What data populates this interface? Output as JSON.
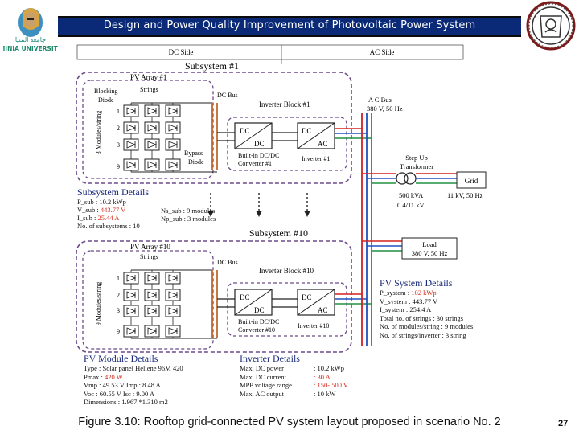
{
  "header": {
    "title": "Design and Power Quality Improvement of Photovoltaic Power System",
    "logo_left_text": "MINIA UNIVERSITY",
    "logo_left_arabic": "جامعة المنيا"
  },
  "diagram": {
    "dc_side": "DC Side",
    "ac_side": "AC Side",
    "subsystem1": "Subsystem #1",
    "subsystem10": "Subsystem #10",
    "array1": "PV Array #1",
    "array10": "PV Array #10",
    "strings": "Strings",
    "blocking_diode": [
      "Blocking",
      "Diode"
    ],
    "modules_per_string_1": "3 Modules/string",
    "modules_per_string_10": "9 Modules/string",
    "row_labels": [
      "1",
      "2",
      "3",
      "9"
    ],
    "bypass_diode": [
      "Bypass",
      "Diode"
    ],
    "dc_bus": "DC Bus",
    "inverter_block1": "Inverter Block #1",
    "inverter_block10": "Inverter Block #10",
    "dc": "DC",
    "ac": "AC",
    "builtin_conv1": [
      "Built-in DC/DC",
      "Converter #1"
    ],
    "builtin_conv10": [
      "Built-in DC/DC",
      "Converter #10"
    ],
    "inverter1": "Inverter #1",
    "inverter10": "Inverter #10",
    "ac_bus": [
      "A C Bus",
      "380 V, 50 Hz"
    ],
    "transformer": [
      "Step Up",
      "Transformer"
    ],
    "transformer_rating": [
      "500 kVA",
      "0.4/11 kV"
    ],
    "grid": "Grid",
    "grid_rating": "11 kV, 50 Hz",
    "load": [
      "Load",
      "380 V, 50 Hz"
    ]
  },
  "subsystem_details": {
    "title": "Subsystem Details",
    "lines": [
      {
        "label": "P_sub  : ",
        "value": "10.2 kWp",
        "hl": false
      },
      {
        "label": "V_sub : ",
        "value": "443.77 V",
        "hl": true
      },
      {
        "label": "I_sub  : ",
        "value": "25.44 A",
        "hl": true
      },
      {
        "label": "No. of subsystems : ",
        "value": "10",
        "hl": false
      }
    ],
    "right_lines": [
      "Ns_sub : 9 modules",
      "Np_sub : 3 modules"
    ]
  },
  "pv_system_details": {
    "title": "PV System Details",
    "lines": [
      {
        "label": "P_system : ",
        "value": "102 kWp",
        "hl": true
      },
      {
        "label": "V_system : ",
        "value": "443.77 V",
        "hl": false
      },
      {
        "label": "I_system : ",
        "value": "254.4 A",
        "hl": false
      },
      {
        "label": "Total no. of strings  ",
        "value": ": 30 strings",
        "hl": false
      },
      {
        "label": "No. of modules/string ",
        "value": ": 9 modules",
        "hl": false
      },
      {
        "label": "No. of strings/inverter ",
        "value": ": 3 string",
        "hl": false
      }
    ]
  },
  "pv_module_details": {
    "title": "PV Module Details",
    "lines": [
      {
        "label": "Type : ",
        "value": "Solar panel Heliene 96M 420",
        "hl": false
      },
      {
        "label": "Pmax : ",
        "value": "420 W",
        "hl": true
      },
      {
        "label": "Vmp : ",
        "value": "49.53 V    Imp : 8.48 A",
        "hl": false
      },
      {
        "label": "Voc : ",
        "value": "60.55 V    Isc : 9.00 A",
        "hl": false
      },
      {
        "label": "Dimensions : ",
        "value": "1.967 *1.310 m2",
        "hl": false
      }
    ]
  },
  "inverter_details": {
    "title": "Inverter Details",
    "lines": [
      {
        "label": "Max. DC power",
        "value": ": 10.2 kWp",
        "hl": false
      },
      {
        "label": "Max. DC current",
        "value": ": 30 A",
        "hl": true
      },
      {
        "label": "MPP voltage range",
        "value": ": 150- 500 V",
        "hl": true
      },
      {
        "label": "Max. AC output",
        "value": ": 10 kW",
        "hl": false
      }
    ]
  },
  "caption": "Figure 3.10: Rooftop grid-connected PV system layout proposed in scenario No. 2",
  "page_number": "27",
  "colors": {
    "header_bg": "#0a2a78",
    "dashed_border": "#6c4a8a",
    "highlight": "#d42a1a",
    "detail_title": "#1a2a7a",
    "ac_red": "#d42020",
    "ac_blue": "#2050c0",
    "ac_green": "#209040",
    "dc_bus": "#c06a30"
  }
}
